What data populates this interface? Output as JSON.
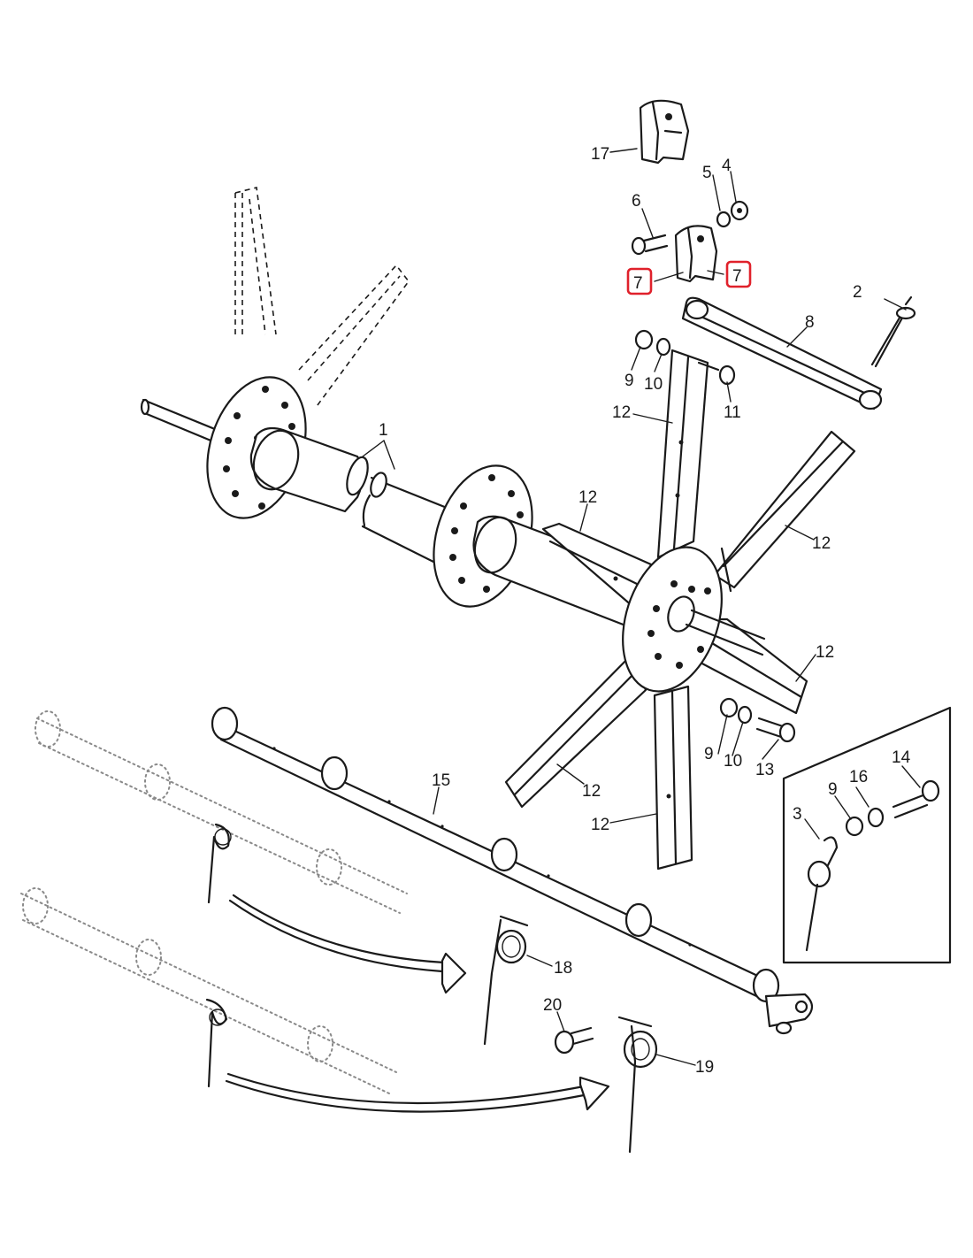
{
  "callouts": {
    "c1": "1",
    "c2": "2",
    "c3": "3",
    "c4": "4",
    "c5": "5",
    "c6": "6",
    "c7a": "7",
    "c7b": "7",
    "c8": "8",
    "c9a": "9",
    "c9b": "9",
    "c9c": "9",
    "c10a": "10",
    "c10b": "10",
    "c11": "11",
    "c12a": "12",
    "c12b": "12",
    "c12c": "12",
    "c12d": "12",
    "c12e": "12",
    "c12f": "12",
    "c13": "13",
    "c14": "14",
    "c15": "15",
    "c16": "16",
    "c17": "17",
    "c18": "18",
    "c19": "19",
    "c20": "20"
  },
  "highlight_color": "#e0212b",
  "line_color": "#1a1a1a"
}
